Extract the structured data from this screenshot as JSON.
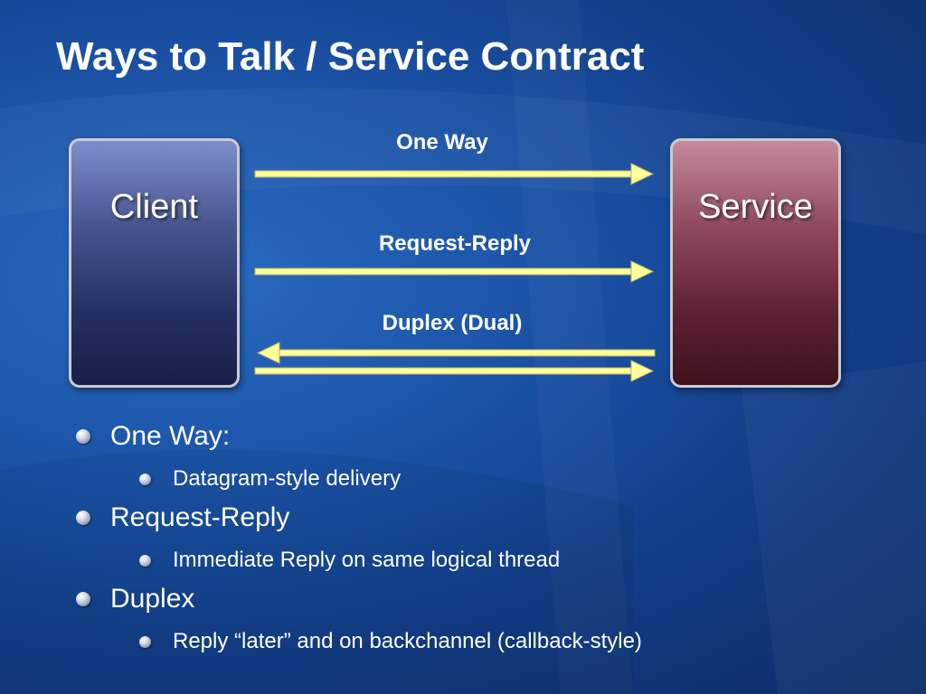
{
  "slide": {
    "title": "Ways to Talk / Service Contract"
  },
  "diagram": {
    "client_label": "Client",
    "service_label": "Service",
    "arrow_labels": {
      "one_way": "One Way",
      "request_reply": "Request-Reply",
      "duplex": "Duplex (Dual)"
    },
    "colors": {
      "arrow": "#ffff99",
      "arrow_outline": "#c9c77a"
    }
  },
  "bullets": [
    {
      "text": "One Way:",
      "sub": [
        "Datagram-style delivery"
      ]
    },
    {
      "text": "Request-Reply",
      "sub": [
        "Immediate Reply on same logical thread"
      ]
    },
    {
      "text": "Duplex",
      "sub": [
        "Reply “later” and on backchannel (callback-style)"
      ]
    }
  ]
}
